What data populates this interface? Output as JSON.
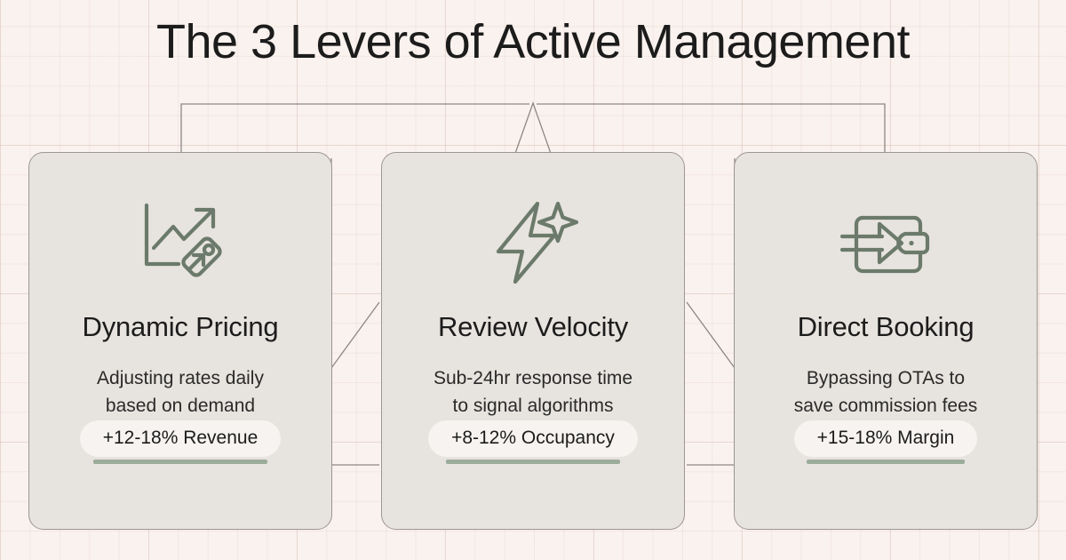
{
  "page": {
    "title": "The 3 Levers of Active Management",
    "background_color": "#faf2ee",
    "card_color": "#e7e3de",
    "accent_color": "#9cac9b",
    "icon_stroke_color": "#6b7a6b",
    "text_color": "#1c1c1c"
  },
  "cards": [
    {
      "icon": "chart-uptrend-price-tag-icon",
      "title": "Dynamic Pricing",
      "desc_line1": "Adjusting rates daily",
      "desc_line2": "based on demand",
      "badge": "+12-18% Revenue"
    },
    {
      "icon": "lightning-bolt-sparkle-icon",
      "title": "Review Velocity",
      "desc_line1": "Sub-24hr response time",
      "desc_line2": "to signal algorithms",
      "badge": "+8-12% Occupancy"
    },
    {
      "icon": "wallet-incoming-arrow-icon",
      "title": "Direct Booking",
      "desc_line1": "Bypassing OTAs to",
      "desc_line2": "save commission fees",
      "badge": "+15-18% Margin"
    }
  ]
}
